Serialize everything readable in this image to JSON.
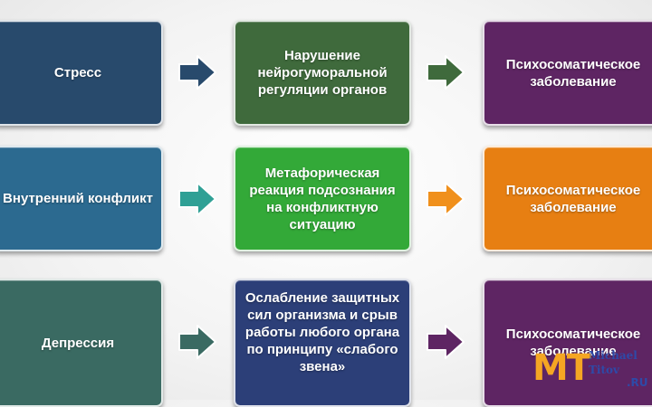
{
  "rows": [
    {
      "cause": {
        "text": "Стресс",
        "color": "#284a6c"
      },
      "arrow1": {
        "color": "#284a6c"
      },
      "mechanism": {
        "text": "Нарушение нейрогуморальной регуляции органов",
        "color": "#3f6a3c"
      },
      "arrow2": {
        "color": "#3f6a3c"
      },
      "result": {
        "text": "Психосоматическое заболевание",
        "color": "#5e2563"
      }
    },
    {
      "cause": {
        "text": "Внутренний конфликт",
        "color": "#2c6a90"
      },
      "arrow1": {
        "color": "#2fa095"
      },
      "mechanism": {
        "text": "Метафорическая реакция подсознания на конфликтную ситуацию",
        "color": "#33a938"
      },
      "arrow2": {
        "color": "#f0901c"
      },
      "result": {
        "text": "Психосоматическое заболевание",
        "color": "#e77f12"
      }
    },
    {
      "cause": {
        "text": "Депрессия",
        "color": "#3a6a62"
      },
      "arrow1": {
        "color": "#3a6a62"
      },
      "mechanism": {
        "text": "Ослабление защитных сил организма и срыв работы любого органа по принципу «слабого звена»",
        "color": "#2c3f78"
      },
      "arrow2": {
        "color": "#5e2563"
      },
      "result": {
        "text": "Психосоматическое заболевание",
        "color": "#5e2563"
      }
    }
  ],
  "watermark": {
    "letters": "MT",
    "line1": "Michael",
    "line2": "Titov",
    "domain": ".RU"
  }
}
